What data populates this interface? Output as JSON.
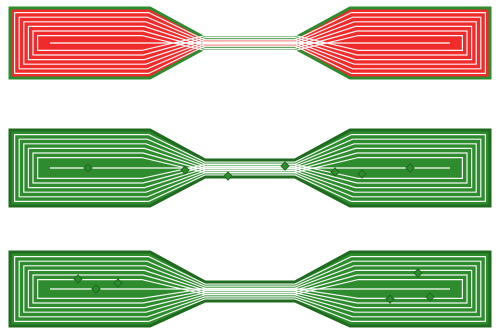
{
  "figure": {
    "panels": [
      {
        "id": "top",
        "fill": "#ef2b2b",
        "outline": "#2e8b2e",
        "line_color": "#ffffff",
        "defect_marks": false
      },
      {
        "id": "middle",
        "fill": "#2e8b2e",
        "outline": "#1f6b1f",
        "line_color": "#ffffff",
        "defect_marks": true
      },
      {
        "id": "bottom",
        "fill": "#2e8b2e",
        "outline": "#1f6b1f",
        "line_color": "#ffffff",
        "defect_marks": true
      }
    ],
    "contour_rings": 6,
    "has_text": false
  }
}
